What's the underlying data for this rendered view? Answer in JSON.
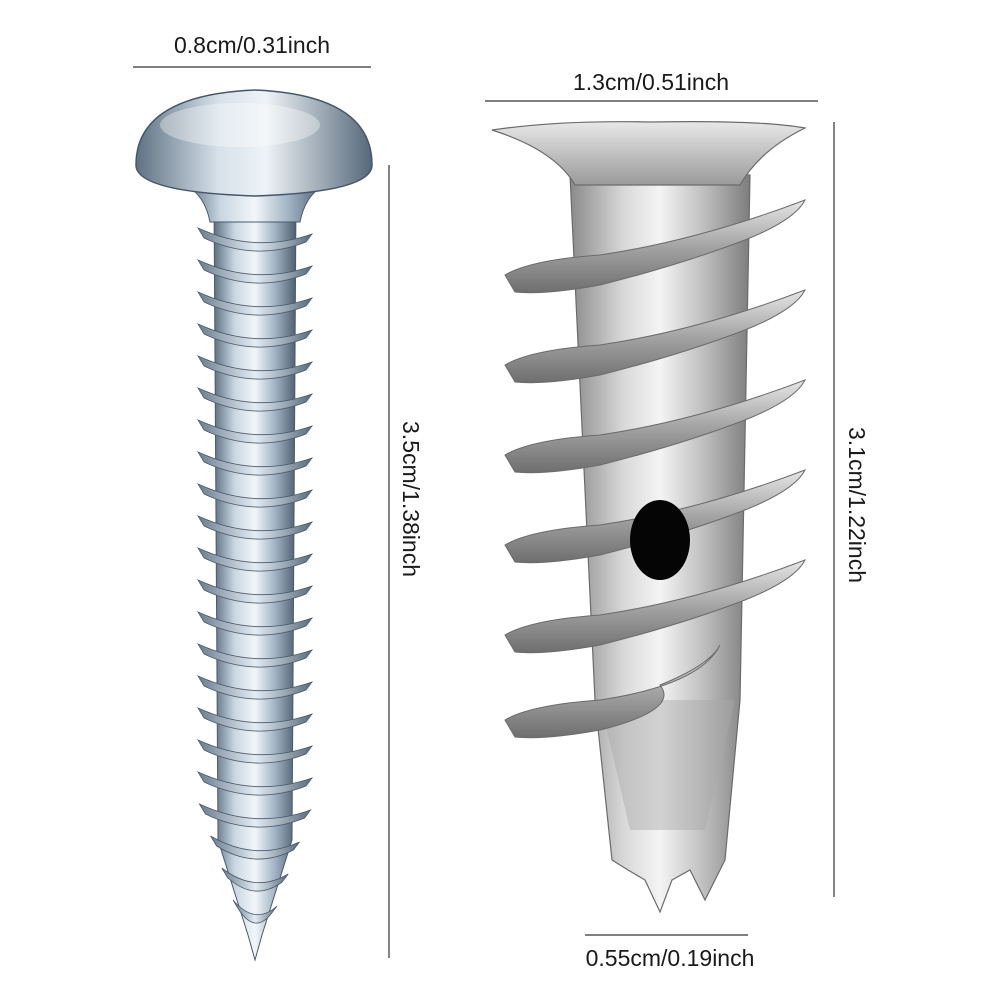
{
  "dimensions": {
    "screw_head_width": "0.8cm/0.31inch",
    "screw_length": "3.5cm/1.38inch",
    "anchor_flange_width": "1.3cm/0.51inch",
    "anchor_length": "3.1cm/1.22inch",
    "anchor_tip_width": "0.55cm/0.19inch"
  },
  "colors": {
    "screw_metal": "#9fb3c8",
    "anchor_metal": "#b8b8b8",
    "hole": "#000000",
    "dimension_line": "#333333"
  }
}
